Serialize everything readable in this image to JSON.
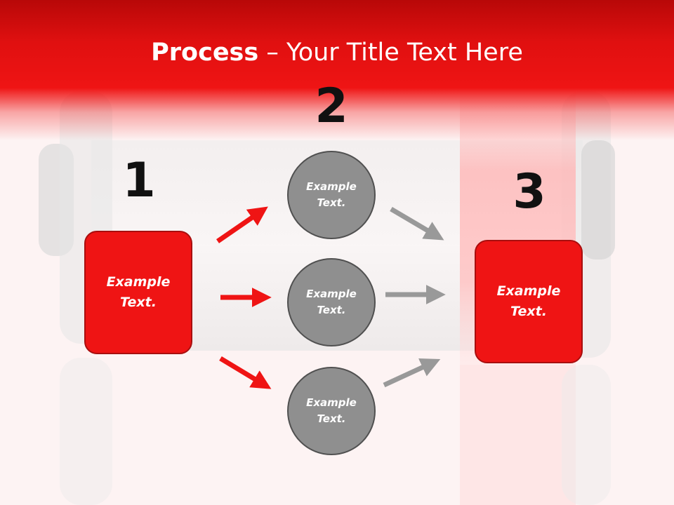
{
  "slide": {
    "title_bold": "Process",
    "title_rest": " – Your Title Text Here"
  },
  "steps": {
    "n1": "1",
    "n2": "2",
    "n3": "3"
  },
  "nodes": {
    "left_box": "Example\nText.",
    "circle_top": "Example\nText.",
    "circle_mid": "Example\nText.",
    "circle_bot": "Example\nText.",
    "right_box": "Example\nText."
  },
  "colors": {
    "accent": "#ef1414",
    "header_dark": "#b80808",
    "circle_fill": "#8f8f8f",
    "gray_arrow": "#999999"
  }
}
